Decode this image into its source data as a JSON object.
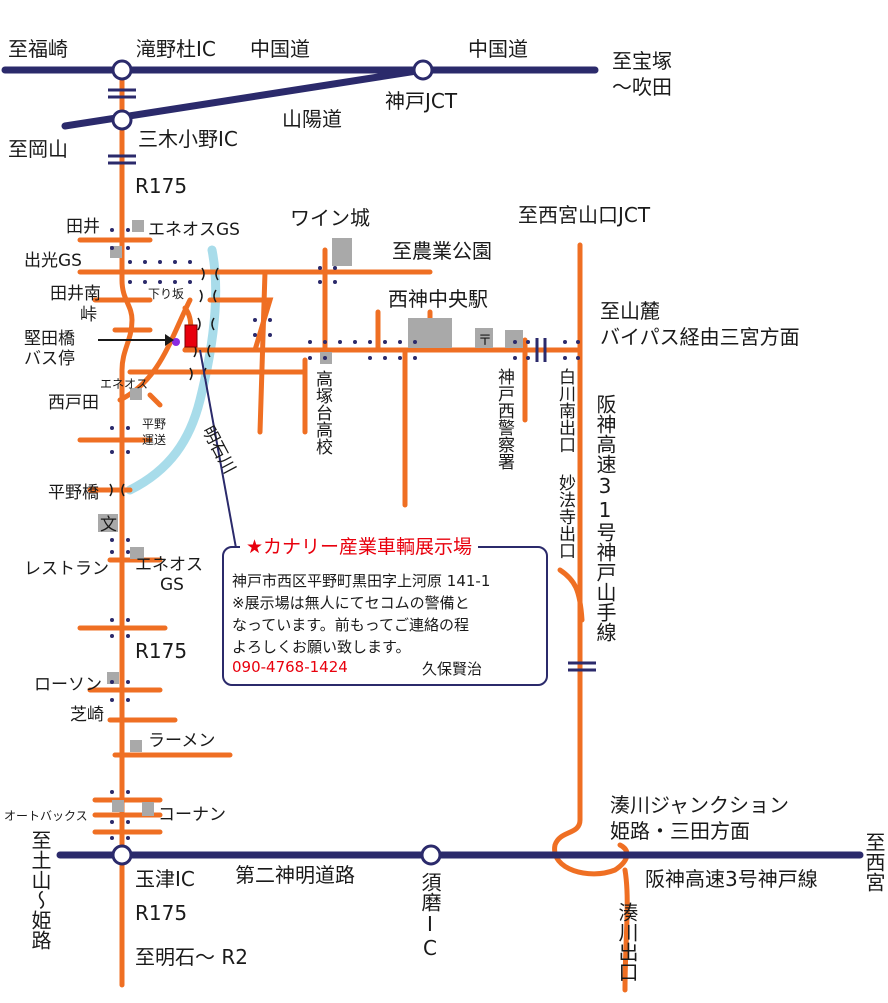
{
  "colors": {
    "expressway": "#2b2a6b",
    "road": "#ef6f23",
    "river": "#a8dcea",
    "accent": "#e8000d",
    "building": "#a9a9a9",
    "dot": "#2b2a6b"
  },
  "labels": {
    "to_fukusaki": "至福崎",
    "takinoyashiro_ic": "滝野杜IC",
    "chugoku_road_1": "中国道",
    "chugoku_road_2": "中国道",
    "to_takarazuka_1": "至宝塚",
    "to_takarazuka_2": "～吹田",
    "sanyo_road": "山陽道",
    "kobe_jct": "神戸JCT",
    "to_okayama": "至岡山",
    "miki_ono_ic": "三木小野IC",
    "r175_top": "R175",
    "tai": "田井",
    "eneos_gs_top": "エネオスGS",
    "wine_castle": "ワイン城",
    "to_nishinomiya_yamaguchi_jct": "至西宮山口JCT",
    "idemitsu_gs": "出光GS",
    "to_agri_park": "至農業公園",
    "tainan": "田井南",
    "kudarizaka": "下り坂",
    "touge": "峠",
    "seishin_chuo_station": "西神中央駅",
    "to_sanroku_1": "至山麓",
    "to_sanroku_2": "バイパス経由三宮方面",
    "katadabashi_1": "堅田橋",
    "katadabashi_2": "バス停",
    "eneos_mid": "エネオス",
    "nishi_toda": "西戸田",
    "hirano_unso_1": "平野",
    "hirano_unso_2": "運送",
    "akashi_river": "明石川",
    "takatsukadai_hs": "高塚台高校",
    "kobe_nishi_police": "神戸西警察署",
    "shirakawa_minami_exit": "白川南出口",
    "myohoji_exit": "妙法寺出口",
    "hanshin_31": "阪神高速31号神戸山手線",
    "hiranobashi": "平野橋",
    "school_symbol": "文",
    "restaurant": "レストラン",
    "eneos_gs_low_1": "エネオス",
    "eneos_gs_low_2": "GS",
    "r175_mid": "R175",
    "lawson": "ローソン",
    "shibasaki": "芝崎",
    "ramen": "ラーメン",
    "autobacs": "オートバックス",
    "konan": "コーナン",
    "minatogawa_jct_1": "湊川ジャンクション",
    "minatogawa_jct_2": "姫路・三田方面",
    "to_tsuchiyama": "至土山～姫路",
    "tamatsu_ic": "玉津IC",
    "daini_shinmei": "第二神明道路",
    "suma_ic": "須磨IC",
    "hanshin_3": "阪神高速3号神戸線",
    "to_nishinomiya": "至西宮",
    "r175_bottom": "R175",
    "to_akashi_r2": "至明石～ R2",
    "minatogawa_exit": "湊川出口",
    "police_box": "〒"
  },
  "infobox": {
    "title": "★カナリー産業車輌展示場",
    "address": "神戸市西区平野町黒田字上河原 141-1",
    "note_1": "※展示場は無人にてセコムの警備と",
    "note_2": "なっています。前もってご連絡の程",
    "note_3": "よろしくお願い致します。",
    "phone": "090-4768-1424",
    "contact_name": "久保賢治"
  }
}
